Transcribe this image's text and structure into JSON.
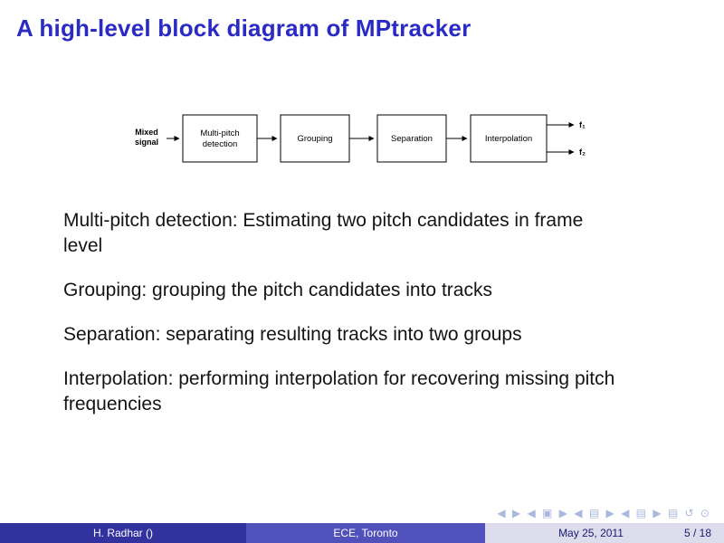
{
  "slide": {
    "title": "A high-level block diagram of MPtracker"
  },
  "diagram": {
    "input_line1": "Mixed",
    "input_line2": "signal",
    "box1_line1": "Multi-pitch",
    "box1_line2": "detection",
    "box2_label": "Grouping",
    "box3_label": "Separation",
    "box4_label": "Interpolation",
    "output1_label": "f₁",
    "output2_label": "f₂"
  },
  "body": {
    "p1": "Multi-pitch detection: Estimating two pitch candidates in frame\nlevel",
    "p2": "Grouping: grouping the pitch candidates into tracks",
    "p3": "Separation: separating resulting tracks into two groups",
    "p4": "Interpolation: performing interpolation for recovering missing pitch\nfrequencies"
  },
  "nav": {
    "symbols": "◀ ▶ ◀ ▣ ▶ ◀ ▤ ▶ ◀ ▤ ▶ ▤ ↺ ⊙"
  },
  "footer": {
    "author": "H. Radhar ()",
    "institute": "ECE, Toronto",
    "date": "May 25, 2011",
    "page": "5 / 18"
  }
}
